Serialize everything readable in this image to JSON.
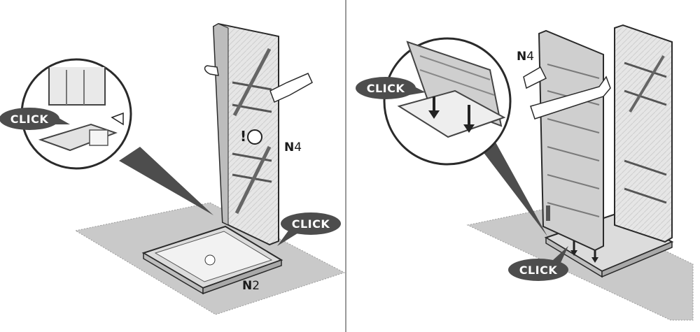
{
  "panels": [
    {
      "click_labels": [
        "CLICK",
        "CLICK"
      ],
      "part_labels": [
        {
          "prefix": "N",
          "number": "4"
        },
        {
          "prefix": "N",
          "number": "2"
        }
      ],
      "warning_mark": "!"
    },
    {
      "click_labels": [
        "CLICK",
        "CLICK"
      ],
      "part_labels": [
        {
          "prefix": "N",
          "number": "4"
        }
      ]
    }
  ],
  "colors": {
    "line": "#2a2a2a",
    "panel_fill": "#d9d9d9",
    "panel_dark": "#9a9a9a",
    "mat_fill": "#c6c6c6",
    "callout_fill": "#4d4d4d",
    "divider": "#9a9a9a"
  }
}
